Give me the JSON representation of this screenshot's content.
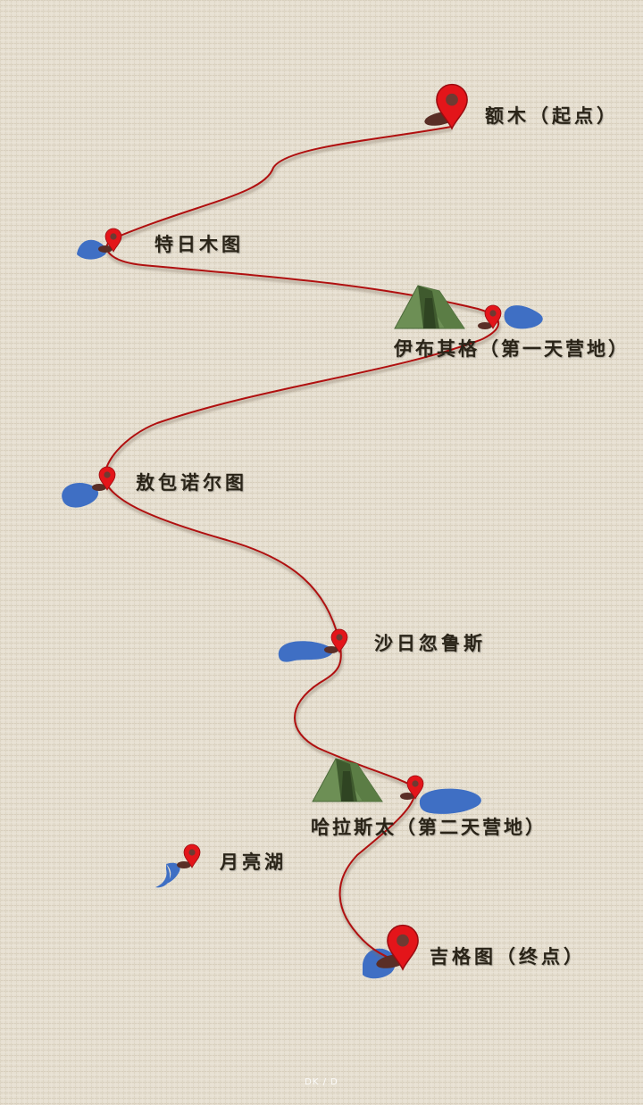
{
  "map": {
    "background_color": "#e6dfd1",
    "route_color": "#b01010",
    "pin_color": "#e3151a",
    "lake_color": "#3f6fc4",
    "tent_color": "#6d8f55",
    "places": [
      {
        "id": "emu",
        "label": "额木（起点）",
        "marker": "large-pin"
      },
      {
        "id": "teri",
        "label": "特日木图",
        "marker": "pin"
      },
      {
        "id": "yibu",
        "label": "伊布其格（第一天营地）",
        "marker": "pin"
      },
      {
        "id": "aobao",
        "label": "敖包诺尔图",
        "marker": "pin"
      },
      {
        "id": "sha",
        "label": "沙日忽鲁斯",
        "marker": "pin"
      },
      {
        "id": "hala",
        "label": "哈拉斯太（第二天营地）",
        "marker": "pin"
      },
      {
        "id": "yueliang",
        "label": "月亮湖",
        "marker": "pin"
      },
      {
        "id": "jige",
        "label": "吉格图（终点）",
        "marker": "large-pin"
      }
    ],
    "watermark": "DK / D"
  }
}
